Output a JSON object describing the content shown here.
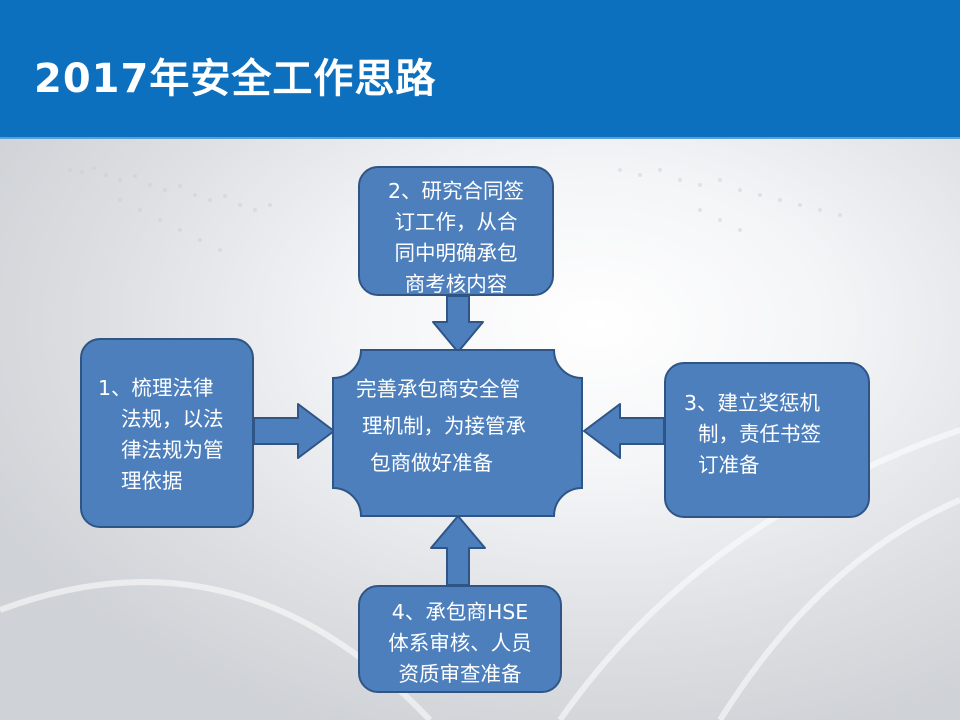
{
  "slide": {
    "title": "2017年安全工作思路"
  },
  "diagram": {
    "center": {
      "lines": [
        "完善承包商安全管",
        "理机制，为接管承",
        "包商做好准备"
      ]
    },
    "top": {
      "lines": [
        "2、研究合同签",
        "订工作，从合",
        "同中明确承包",
        "商考核内容"
      ]
    },
    "left": {
      "lines": [
        "1、梳理法律",
        "法规，以法",
        "律法规为管",
        "理依据"
      ]
    },
    "right": {
      "lines": [
        "3、建立奖惩机",
        "制，责任书签",
        "订准备"
      ]
    },
    "bottom": {
      "lines": [
        "4、承包商HSE",
        "体系审核、人员",
        "资质审查准备"
      ]
    }
  },
  "colors": {
    "header": "#0d70bf",
    "box_fill": "#4d7fbd",
    "box_border": "#2e5585",
    "text": "#ffffff"
  }
}
